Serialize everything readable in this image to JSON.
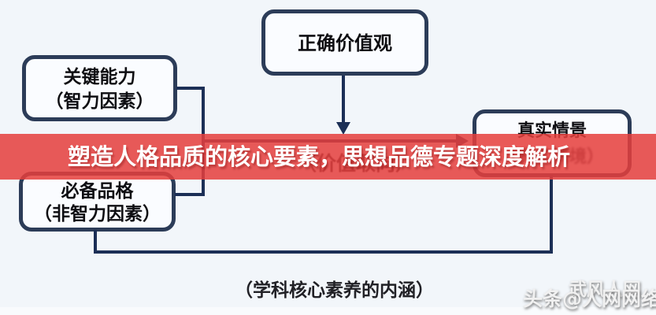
{
  "banner": {
    "title": "塑造人格品质的核心要素，思想品德专题深度解析",
    "bg_color": "#e53f3d",
    "text_color": "#ffffff"
  },
  "diagram": {
    "caption": "（学科核心素养的内涵）",
    "center_ghost_label": "（价值取向）",
    "nodes": {
      "values": {
        "label": "正确价值观"
      },
      "key_ability": {
        "line1": "关键能力",
        "line2": "（智力因素）"
      },
      "character": {
        "line1": "必备品格",
        "line2": "（非智力因素）"
      },
      "situation": {
        "label": "真实情景",
        "ghost_line": "（真实情境）"
      }
    },
    "colors": {
      "background": "#f2f6fa",
      "node_border": "#2c3c58",
      "connector": "#1c2f56",
      "text": "#0e0e12"
    }
  },
  "watermark": {
    "line1": "武风人网",
    "line2": "头条@人网网络"
  }
}
